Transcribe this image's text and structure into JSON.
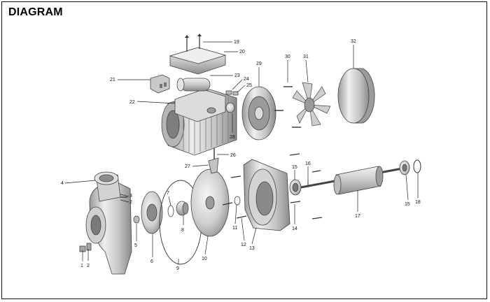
{
  "title": "DIAGRAM",
  "colors": {
    "line": "#222222",
    "part_light": "#e6e6e6",
    "part_mid": "#c8c8c8",
    "part_dark": "#8e8e8e"
  },
  "labels": [
    {
      "text": "1"
    },
    {
      "text": "2"
    },
    {
      "text": "2"
    },
    {
      "text": "3"
    },
    {
      "text": "4"
    },
    {
      "text": "5"
    },
    {
      "text": "6"
    },
    {
      "text": "7"
    },
    {
      "text": "8"
    },
    {
      "text": "9"
    },
    {
      "text": "10"
    },
    {
      "text": "11"
    },
    {
      "text": "12"
    },
    {
      "text": "13"
    },
    {
      "text": "14"
    },
    {
      "text": "15"
    },
    {
      "text": "15"
    },
    {
      "text": "16"
    },
    {
      "text": "17"
    },
    {
      "text": "18"
    },
    {
      "text": "19"
    },
    {
      "text": "20"
    },
    {
      "text": "21"
    },
    {
      "text": "22"
    },
    {
      "text": "23"
    },
    {
      "text": "24"
    },
    {
      "text": "25"
    },
    {
      "text": "26"
    },
    {
      "text": "27"
    },
    {
      "text": "28"
    },
    {
      "text": "29"
    },
    {
      "text": "30"
    },
    {
      "text": "31"
    },
    {
      "text": "32"
    }
  ]
}
